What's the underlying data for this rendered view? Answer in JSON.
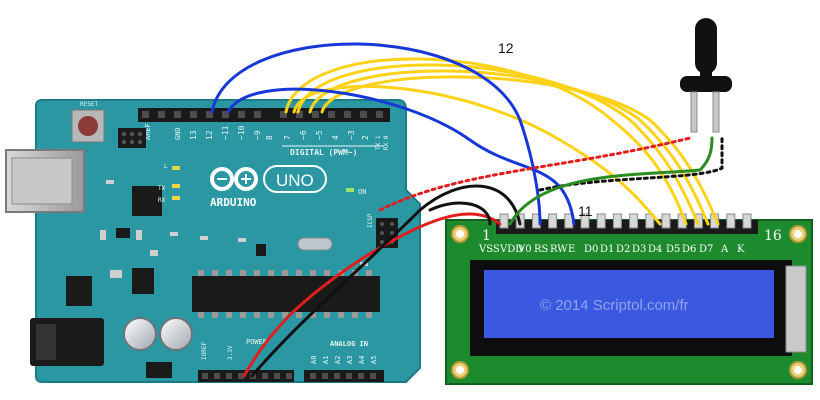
{
  "arduino": {
    "logo_text": "ARDUINO",
    "model_text": "UNO",
    "digital_label": "DIGITAL (PWM~)",
    "analog_label": "ANALOG IN",
    "power_label": "POWER",
    "reset_label": "RESET",
    "aref_label": "AREF",
    "gnd_label": "GND",
    "on_label": "ON",
    "tx_label": "TX",
    "rx_label": "RX",
    "l_label": "L",
    "icsp_label": "ICSP",
    "ioref_label": "IOREF",
    "v33_label": "3.3V",
    "digital_pins": [
      "13",
      "12",
      "~11",
      "~10",
      "~9",
      "8",
      "7",
      "~6",
      "~5",
      "4",
      "~3",
      "2",
      "TX 1",
      "RX 0"
    ],
    "analog_pins": [
      "A0",
      "A1",
      "A2",
      "A3",
      "A4",
      "A5"
    ]
  },
  "lcd": {
    "pin_labels": [
      "VSS",
      "VDD",
      "V0",
      "RS",
      "RW",
      "E",
      "D0",
      "D1",
      "D2",
      "D3",
      "D4",
      "D5",
      "D6",
      "D7",
      "A",
      "K"
    ],
    "pin_first": "1",
    "pin_last": "16",
    "watermark": "© 2014 Scriptol.com/fr",
    "screen_color": "#3b58e0",
    "pcb_color": "#1d8a2e"
  },
  "annotations": {
    "pin12_label": "12",
    "pin11_label": "11"
  },
  "wires": {
    "blue": "#1638d6",
    "yellow": "#ffd21a",
    "red": "#e21d1d",
    "black": "#111111",
    "green": "#2a8c1f"
  },
  "board_color": "#2a97a3"
}
